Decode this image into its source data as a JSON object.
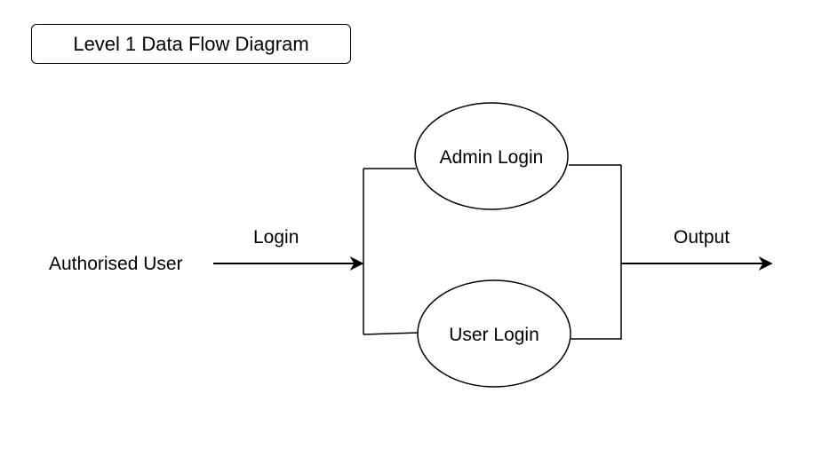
{
  "diagram": {
    "title": "Level 1 Data Flow Diagram",
    "entity": {
      "label": "Authorised User"
    },
    "processes": {
      "admin": {
        "label": "Admin Login"
      },
      "user": {
        "label": "User Login"
      }
    },
    "flows": {
      "input": {
        "label": "Login"
      },
      "output": {
        "label": "Output"
      }
    },
    "colors": {
      "stroke": "#000000",
      "background": "#ffffff"
    }
  }
}
